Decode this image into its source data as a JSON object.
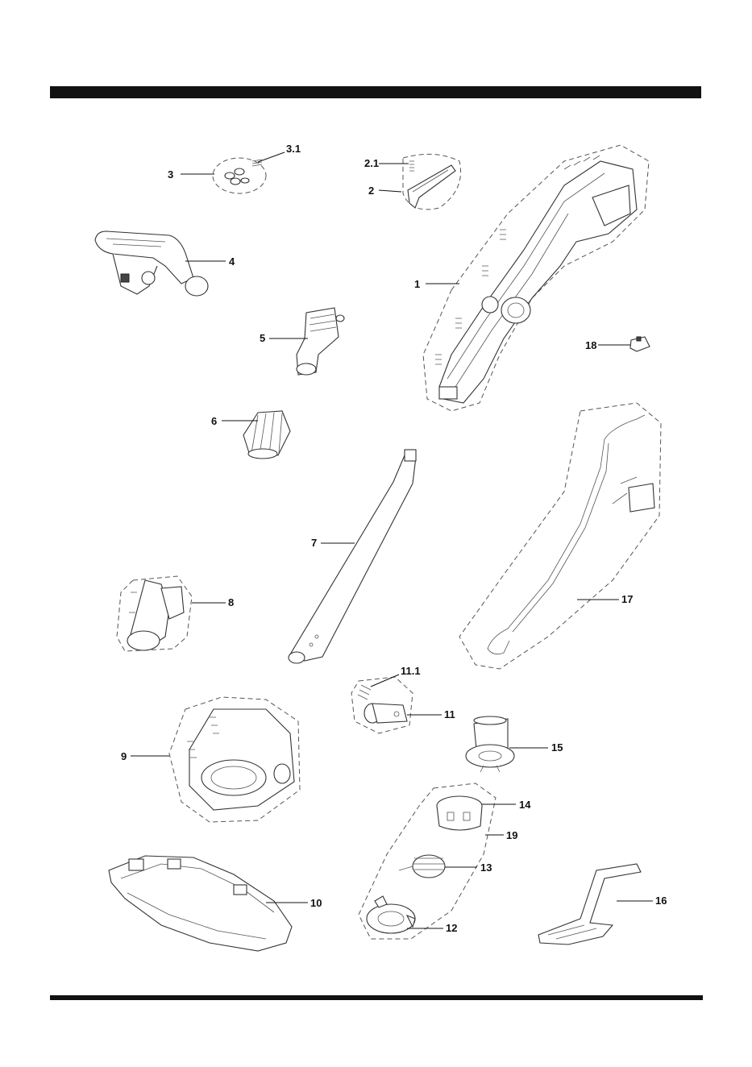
{
  "labels": {
    "p1": "1",
    "p2": "2",
    "p2_1": "2.1",
    "p3": "3",
    "p3_1": "3.1",
    "p4": "4",
    "p5": "5",
    "p6": "6",
    "p7": "7",
    "p8": "8",
    "p9": "9",
    "p10": "10",
    "p11": "11",
    "p11_1": "11.1",
    "p12": "12",
    "p13": "13",
    "p14": "14",
    "p15": "15",
    "p16": "16",
    "p17": "17",
    "p18": "18",
    "p19": "19"
  },
  "colors": {
    "ink": "#111111",
    "rule": "#111111"
  }
}
